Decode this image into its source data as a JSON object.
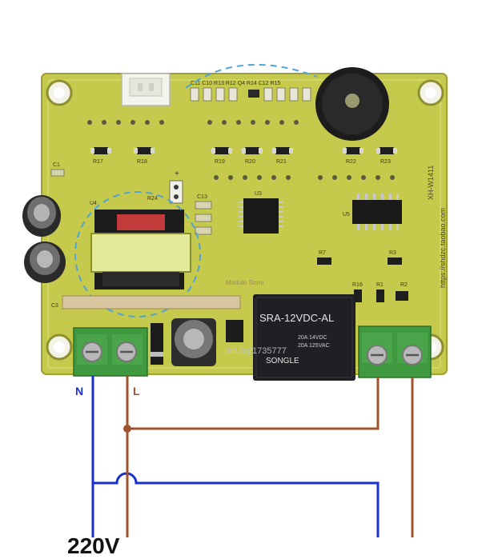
{
  "board": {
    "model_text": "XH-W1411",
    "url_text": "https://shdzc.taobao.com",
    "store_text": "Module Store",
    "watermark": "alo.bg/1735777"
  },
  "components": {
    "chip_u3": "U3",
    "chip_u4": "U4",
    "chip_u5": "U5",
    "cap_c1": "C1",
    "cap_c3": "C3",
    "cap_c13": "C13",
    "res_r24": "R24",
    "res_r17": "R17",
    "res_r18": "R18",
    "res_r19": "R19",
    "res_r20": "R20",
    "res_r21": "R21",
    "res_r22": "R22",
    "res_r23": "R23",
    "res_r7": "R7",
    "res_r3": "R3",
    "res_r16": "R16",
    "res_r1": "R1",
    "res_r2": "R2",
    "top_caps": "C11 C10 R13 R12 Q4 R14 C12 R15",
    "plus": "+"
  },
  "relay": {
    "line1": "SRA-12VDC-AL",
    "line2": "SONGLE",
    "rating1": "20A 14VDC",
    "rating2": "20A 125VAC"
  },
  "wiring": {
    "neutral": "N",
    "live": "L",
    "voltage": "220V"
  },
  "colors": {
    "pcb": "#c8cc52",
    "neutral_wire": "#1a2fd0",
    "live_wire": "#a0522d",
    "terminal": "#3f9a3f",
    "relay": "#1f1f24"
  }
}
